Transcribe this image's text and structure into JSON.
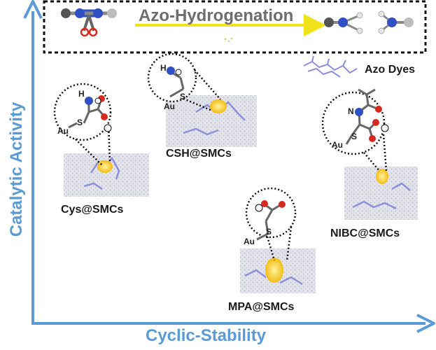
{
  "header": {
    "title": "Azo-Hydrogenation"
  },
  "axes": {
    "y_label": "Catalytic Activity",
    "x_label": "Cyclic-Stability"
  },
  "legend": {
    "azo_dyes_label": "Azo Dyes"
  },
  "catalysts": [
    {
      "name": "Cys@SMCs"
    },
    {
      "name": "CSH@SMCs"
    },
    {
      "name": "NIBC@SMCs"
    },
    {
      "name": "MPA@SMCs"
    }
  ],
  "atoms": {
    "au": "Au",
    "s": "S",
    "h": "H",
    "n": "N"
  },
  "colors": {
    "axis": "#5b9bd5",
    "arrow": "#f2e21b",
    "oxygen": "#d42a20",
    "nitrogen": "#2f4fc4",
    "carbon": "#555555",
    "hydrogen": "#e8e8e8",
    "surface": "#c8cad6",
    "dye": "#8d8fd8",
    "gold": "#f3c31c"
  }
}
